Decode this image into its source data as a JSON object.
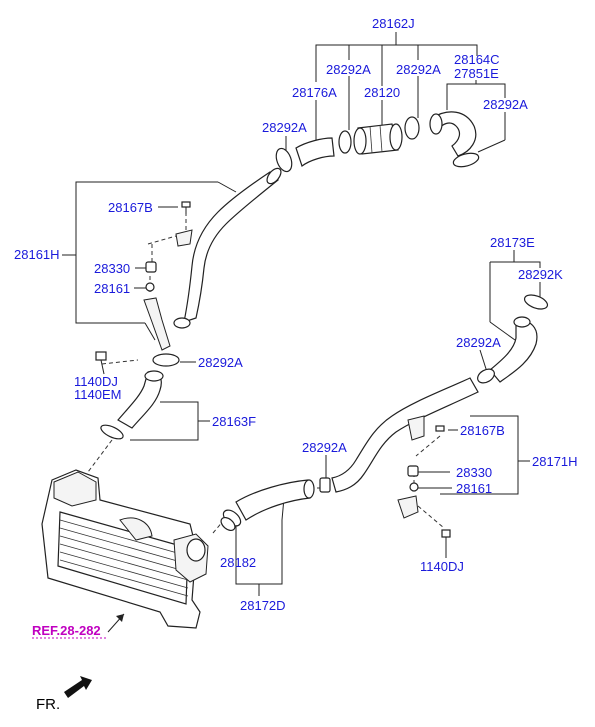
{
  "labels": {
    "l28162J": "28162J",
    "l28292A_1": "28292A",
    "l28164C": "28164C",
    "l27851E": "27851E",
    "l28292A_2": "28292A",
    "l28176A": "28176A",
    "l28120": "28120",
    "l28292A_3": "28292A",
    "l28292A_4": "28292A",
    "l28167B_1": "28167B",
    "l28161H": "28161H",
    "l28330_1": "28330",
    "l28161_1": "28161",
    "l28173E": "28173E",
    "l28292K": "28292K",
    "l28292A_5": "28292A",
    "l28292A_6": "28292A",
    "l1140DJ_1": "1140DJ",
    "l1140EM": "1140EM",
    "l28163F": "28163F",
    "l28167B_2": "28167B",
    "l28171H": "28171H",
    "l28292A_7": "28292A",
    "l28330_2": "28330",
    "l28161_2": "28161",
    "l28182": "28182",
    "l1140DJ_2": "1140DJ",
    "l28172D": "28172D",
    "ref": "REF.28-282",
    "fr": "FR."
  },
  "colors": {
    "label": "#1a1adb",
    "ref": "#c000c0",
    "line": "#222222"
  }
}
